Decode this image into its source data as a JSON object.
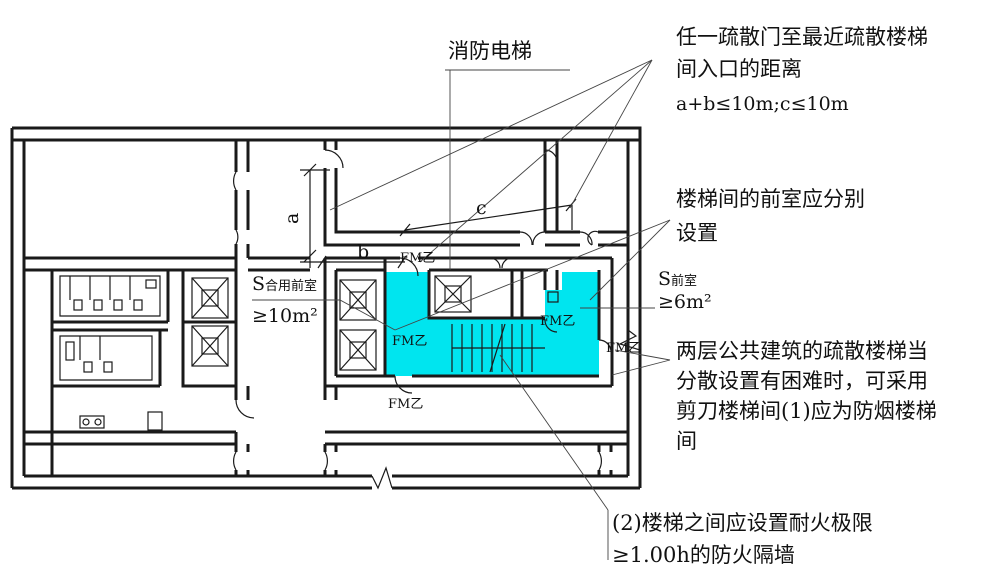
{
  "labels": {
    "fire_elevator": "消防电梯",
    "distance_title_1": "任一疏散门至最近疏散楼梯",
    "distance_title_2": "间入口的距离",
    "distance_formula": "a+b≤10m;c≤10m",
    "anteroom_1": "楼梯间的前室应分别",
    "anteroom_2": "设置",
    "s_front": "S",
    "s_front_sub": "前室",
    "s_front_value": "≥6m²",
    "s_combined": "S",
    "s_combined_sub": "合用前室",
    "s_combined_value": "≥10m²",
    "scissor_1": "两层公共建筑的疏散楼梯当",
    "scissor_2": "分散设置有困难时，可采用",
    "scissor_3": "剪刀楼梯间(1)应为防烟楼梯",
    "scissor_4": "间",
    "wall_1": "(2)楼梯之间应设置耐火极限",
    "wall_2": "≥1.00h的防火隔墙",
    "dim_a": "a",
    "dim_b": "b",
    "dim_c": "c",
    "fm_top": "FM乙",
    "fm_mid": "FM乙",
    "fm_bottom": "FM乙",
    "fm_right": "FM乙",
    "fm_right_room": "FM乙"
  },
  "colors": {
    "highlight": "#00e5ef",
    "wall": "#1a1a1a"
  }
}
